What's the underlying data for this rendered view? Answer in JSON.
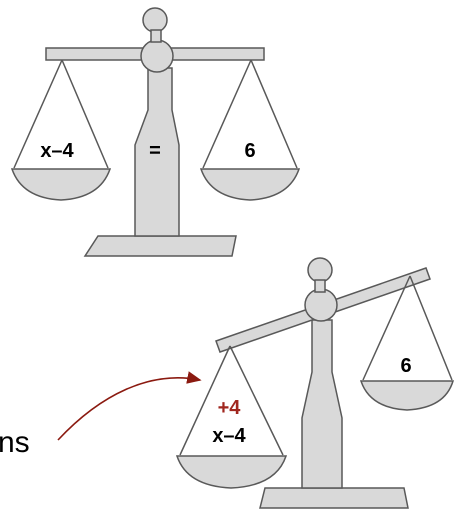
{
  "top_scale": {
    "left_pan_label": "x–4",
    "center_label": "=",
    "right_pan_label": "6"
  },
  "bottom_scale": {
    "left_pan_added": "+4",
    "left_pan_label": "x–4",
    "right_pan_label": "6"
  },
  "partial_text": "ns",
  "colors": {
    "scale_fill": "#d9d9d9",
    "scale_stroke": "#595959",
    "arrow": "#8b1a10",
    "added_term": "#a0261e"
  }
}
